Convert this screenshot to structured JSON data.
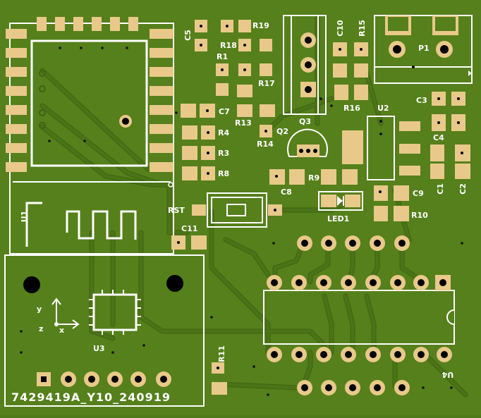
{
  "board": {
    "colors": {
      "substrate": "#55801b",
      "trace": "#4b7317",
      "trace_edge": "#3f6312",
      "pad": "#e8c98a",
      "silk": "#ffffff",
      "drill": "#000000"
    },
    "board_id": "7429419A_Y10_240919"
  },
  "labels": {
    "C5": "C5",
    "R19": "R19",
    "R18": "R18",
    "R1": "R1",
    "R17": "R17",
    "C10": "C10",
    "R15": "R15",
    "P1": "P1",
    "R16": "R16",
    "U2": "U2",
    "C3": "C3",
    "C4": "C4",
    "C7": "C7",
    "R13": "R13",
    "Q3": "Q3",
    "Q2": "Q2",
    "R14": "R14",
    "R4": "R4",
    "R3": "R3",
    "R8": "R8",
    "R9": "R9",
    "C8": "C8",
    "C9": "C9",
    "C1": "C1",
    "C2": "C2",
    "RST": "RST",
    "LED1": "LED1",
    "R10": "R10",
    "C11": "C11",
    "U1": "U1",
    "U3": "U3",
    "R11": "R11",
    "U4": "U4",
    "axis_y": "y",
    "axis_x": "x",
    "axis_z": "z"
  }
}
